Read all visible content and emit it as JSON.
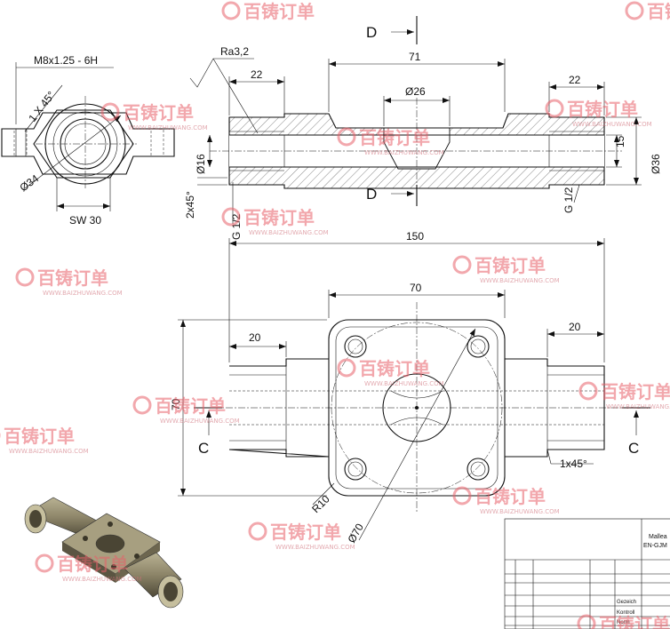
{
  "watermark": {
    "brand": "百铸订单",
    "url": "WWW.BAIZHUWANG.COM"
  },
  "top_view": {
    "thread_label": "M8x1.25 - 6H",
    "chamfer_label": "1 X 45°",
    "dia_label": "Ø34",
    "sw_label": "SW 30"
  },
  "section_view": {
    "roughness_label": "Ra3,2",
    "dim_left": "22",
    "dim_center": "71",
    "dim_right": "22",
    "dia_bore": "Ø26",
    "dia_small": "Ø16",
    "dim_15": "15",
    "dia_outer": "Ø36",
    "chamfer": "2x45°",
    "thread_left": "G 1/2",
    "thread_right": "G 1/2",
    "section_top": "D",
    "section_bottom": "D"
  },
  "plan_view": {
    "dim_total": "150",
    "dim_flange": "70",
    "dim_left": "20",
    "dim_right": "20",
    "dim_height": "70",
    "radius": "R10",
    "pcd": "Ø70",
    "chamfer": "1x45°",
    "section_left": "C",
    "section_right": "C"
  },
  "title_block": {
    "material_line1": "Mallea",
    "material_line2": "EN-GJM",
    "rows": [
      "Gezeich",
      "Kontroll",
      "Norm"
    ]
  },
  "colors": {
    "watermark": "#e8606a",
    "line": "#111111",
    "model_body": "#8c8468"
  }
}
